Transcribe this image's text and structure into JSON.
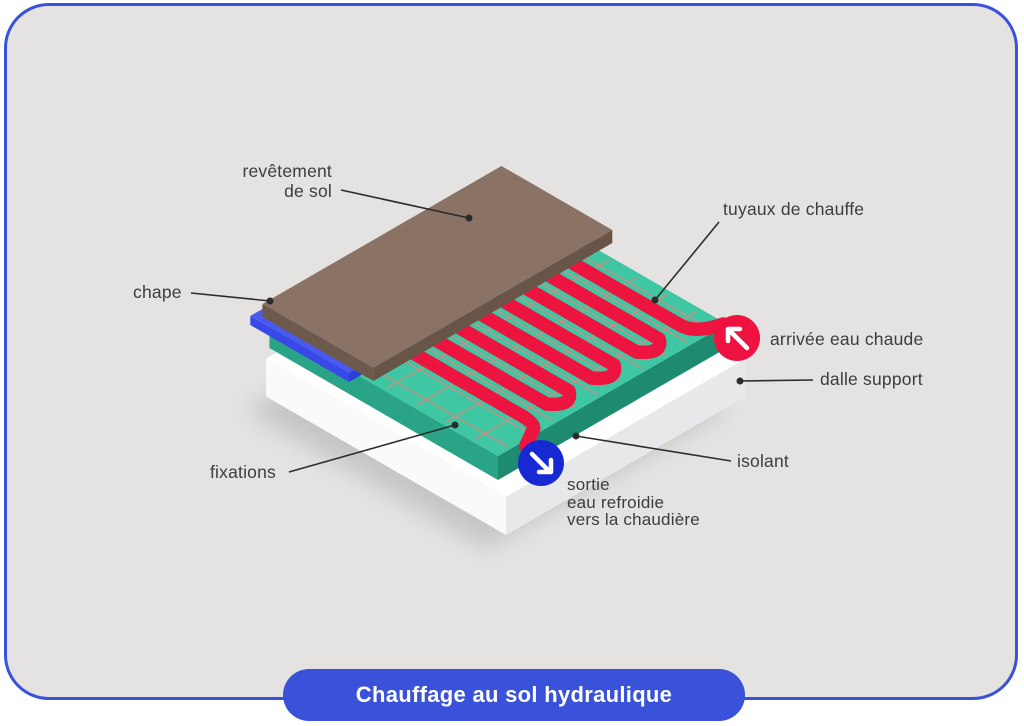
{
  "banner": {
    "title": "Chauffage au sol hydraulique"
  },
  "labels": {
    "revetement_line1": "revêtement",
    "revetement_line2": "de sol",
    "chape": "chape",
    "tuyaux": "tuyaux de chauffe",
    "arrivee": "arrivée eau chaude",
    "dalle": "dalle support",
    "isolant": "isolant",
    "fixations": "fixations",
    "sortie_line1": "sortie",
    "sortie_line2": "eau refroidie",
    "sortie_line3": "vers la chaudière"
  },
  "icons": {
    "inlet": "arrow-up-left-icon",
    "outlet": "arrow-down-right-icon"
  },
  "colors": {
    "accent_blue": "#3a51d9",
    "card_bg": "#e4e3e1",
    "label_text": "#3d3d3d",
    "leader_line": "#2c2c2c",
    "pipe_red": "#ed1440",
    "inlet_red": "#ed1240",
    "outlet_blue": "#1729d2",
    "insulation_top": "#3fc7a4",
    "insulation_side_se": "#1e8a70",
    "insulation_side_sw": "#2aa487",
    "screed_top": "#4a5af1",
    "screed_side_se": "#2e3ed8",
    "screed_side_sw": "#3949e8",
    "floor_top": "#8a7264",
    "floor_side_se": "#685548",
    "floor_side_sw": "#6e5a4d",
    "slab_top": "#ffffff",
    "slab_side_se": "#e8e8ea",
    "slab_side_sw": "#fafafa",
    "grid_salmon": "#d28b80",
    "shadow_gray": "#c3c3c3"
  }
}
